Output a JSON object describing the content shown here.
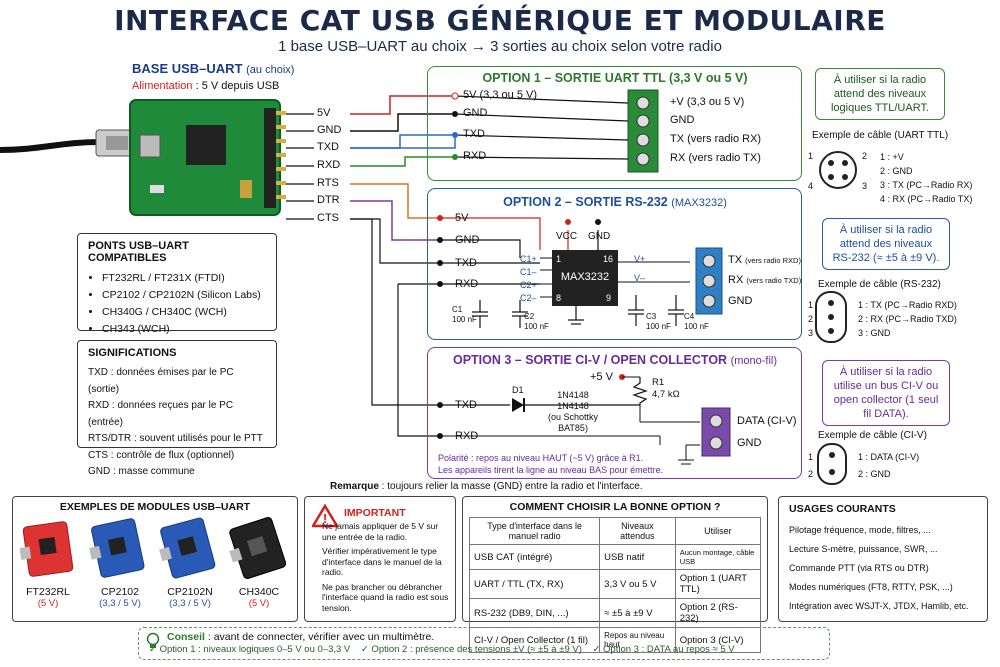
{
  "header": {
    "title": "INTERFACE CAT USB GÉNÉRIQUE ET MODULAIRE",
    "subtitle": "1 base USB–UART au choix → 3 sorties au choix selon votre radio"
  },
  "base": {
    "title": "BASE USB–UART",
    "title_note": "(au choix)",
    "power_label": "Alimentation",
    "power_value": " : 5 V depuis USB",
    "pins": [
      "5V",
      "GND",
      "TXD",
      "RXD",
      "RTS",
      "DTR",
      "CTS"
    ]
  },
  "option1": {
    "title": "OPTION 1 – SORTIE UART TTL (3,3 V ou 5 V)",
    "inputs": [
      "5V (3,3 ou 5 V)",
      "GND",
      "TXD",
      "RXD"
    ],
    "outputs": [
      "+V (3,3 ou 5 V)",
      "GND",
      "TX (vers radio RX)",
      "RX (vers radio TX)"
    ],
    "side_note": "À utiliser si la radio attend des niveaux logiques TTL/UART.",
    "cable_title": "Exemple de câble (UART TTL)",
    "cable": [
      "1 : +V",
      "2 : GND",
      "3 : TX (PC→Radio RX)",
      "4 : RX (PC→Radio TX)"
    ]
  },
  "option2": {
    "title": "OPTION 2 – SORTIE RS-232",
    "title_note": "(MAX3232)",
    "inputs": [
      "5V",
      "GND",
      "TXD",
      "RXD"
    ],
    "chip": "MAX3232",
    "vcc": "VCC",
    "gnd": "GND",
    "cap_pins": [
      "C1+",
      "C1–",
      "C2+",
      "C2–"
    ],
    "chip_pins": [
      "1",
      "16",
      "8",
      "9"
    ],
    "out_pins": [
      "V+",
      "V–"
    ],
    "caps": [
      "C1",
      "C2",
      "C3",
      "C4"
    ],
    "cap_value": "100 nF",
    "outputs": [
      "TX",
      "RX",
      "GND"
    ],
    "output_notes": [
      "(vers radio RXD)",
      "(vers radio TXD)"
    ],
    "side_note": "À utiliser si la radio attend des niveaux RS-232 (≈ ±5 à ±9 V).",
    "cable_title": "Exemple de câble (RS-232)",
    "cable": [
      "1 : TX (PC→Radio RXD)",
      "2 : RX (PC→Radio TXD)",
      "3 : GND"
    ]
  },
  "option3": {
    "title": "OPTION 3 – SORTIE CI-V / OPEN COLLECTOR",
    "title_note": "(mono-fil)",
    "inputs": [
      "TXD",
      "RXD"
    ],
    "supply": "+5 V",
    "d1": "D1",
    "d1_value": "1N4148",
    "d1_note": [
      "(ou Schottky",
      "BAT85)"
    ],
    "r1": "R1",
    "r1_value": "4,7 kΩ",
    "outputs": [
      "DATA (CI-V)",
      "GND"
    ],
    "polarity": "Polarité : repos au niveau HAUT (~5 V) grâce à R1.",
    "polarity2": "Les appareils tirent la ligne au niveau BAS pour émettre.",
    "side_note": "À utiliser si la radio utilise un bus CI-V ou open collector (1 seul fil DATA).",
    "cable_title": "Exemple de câble (CI-V)",
    "cable": [
      "1 : DATA (CI-V)",
      "2 : GND"
    ]
  },
  "ponts": {
    "title": "PONTS USB–UART COMPATIBLES",
    "items": [
      "FT232RL / FT231X (FTDI)",
      "CP2102 / CP2102N (Silicon Labs)",
      "CH340G / CH340C (WCH)",
      "CH343 (WCH)"
    ]
  },
  "significations": {
    "title": "SIGNIFICATIONS",
    "items": [
      "TXD : données émises par le PC (sortie)",
      "RXD : données reçues par le PC (entrée)",
      "RTS/DTR : souvent utilisés pour le PTT",
      "CTS : contrôle de flux (optionnel)",
      "GND : masse commune"
    ]
  },
  "remarque": {
    "label": "Remarque",
    "text": " : toujours relier la masse (GND) entre la radio et l'interface."
  },
  "modules": {
    "title": "EXEMPLES DE MODULES USB–UART",
    "items": [
      {
        "name": "FT232RL",
        "volt": "(5 V)"
      },
      {
        "name": "CP2102",
        "volt": "(3,3 / 5 V)"
      },
      {
        "name": "CP2102N",
        "volt": "(3,3 / 5 V)"
      },
      {
        "name": "CH340C",
        "volt": "(5 V)"
      }
    ]
  },
  "important": {
    "title": "IMPORTANT",
    "items": [
      "Ne jamais appliquer de 5 V sur une entrée de la radio.",
      "Vérifier impérativement le type d'interface dans le manuel de la radio.",
      "Ne pas brancher ou débrancher l'interface quand la radio est sous tension."
    ]
  },
  "choose": {
    "title": "COMMENT CHOISIR LA BONNE OPTION ?",
    "headers": [
      "Type d'interface dans le manuel radio",
      "Niveaux attendus",
      "Utiliser"
    ],
    "rows": [
      [
        "USB CAT (intégré)",
        "USB natif",
        "Aucun montage, câble USB"
      ],
      [
        "UART / TTL (TX, RX)",
        "3,3 V ou 5 V",
        "Option 1 (UART TTL)"
      ],
      [
        "RS-232 (DB9, DIN, ...)",
        "≈ ±5 à ±9 V",
        "Option 2 (RS-232)"
      ],
      [
        "CI-V / Open Collector (1 fil)",
        "Repos au niveau haut",
        "Option 3 (CI-V)"
      ]
    ]
  },
  "usages": {
    "title": "USAGES COURANTS",
    "items": [
      "Pilotage fréquence, mode, filtres, ...",
      "Lecture S-mètre, puissance, SWR, ...",
      "Commande PTT (via RTS ou DTR)",
      "Modes numériques (FT8, RTTY, PSK, ...)",
      "Intégration avec WSJT-X, JTDX, Hamlib, etc."
    ]
  },
  "tip": {
    "label": "Conseil",
    "text": " : avant de connecter, vérifier avec un multimètre.",
    "checks": [
      "✓ Option 1 : niveaux logiques 0–5 V ou 0–3,3 V",
      "✓ Option 2 : présence des tensions ±V (≈ ±5 à ±9 V)",
      "✓ Option 3 : DATA au repos ≈ 5 V"
    ]
  },
  "colors": {
    "green": "#2a7a2a",
    "blue": "#1e4f9a",
    "purple": "#6a2a9a",
    "red": "#d02020",
    "pcb": "#1f8a3a",
    "terminal": "#2f7fc4"
  }
}
